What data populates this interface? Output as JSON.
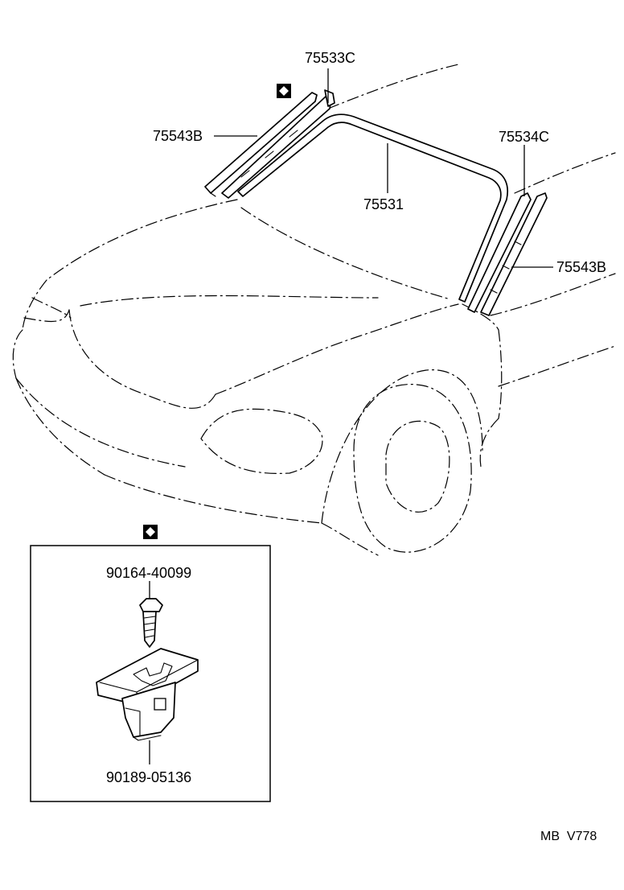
{
  "callouts": {
    "part_75533c": "75533C",
    "part_75543b_left": "75543B",
    "part_75531": "75531",
    "part_75534c": "75534C",
    "part_75543b_right": "75543B"
  },
  "detail_box": {
    "screw_part": "90164-40099",
    "clip_part": "90189-05136"
  },
  "footer_code": "MB  V778",
  "icons": {
    "marker": "diamond-in-square-icon"
  }
}
